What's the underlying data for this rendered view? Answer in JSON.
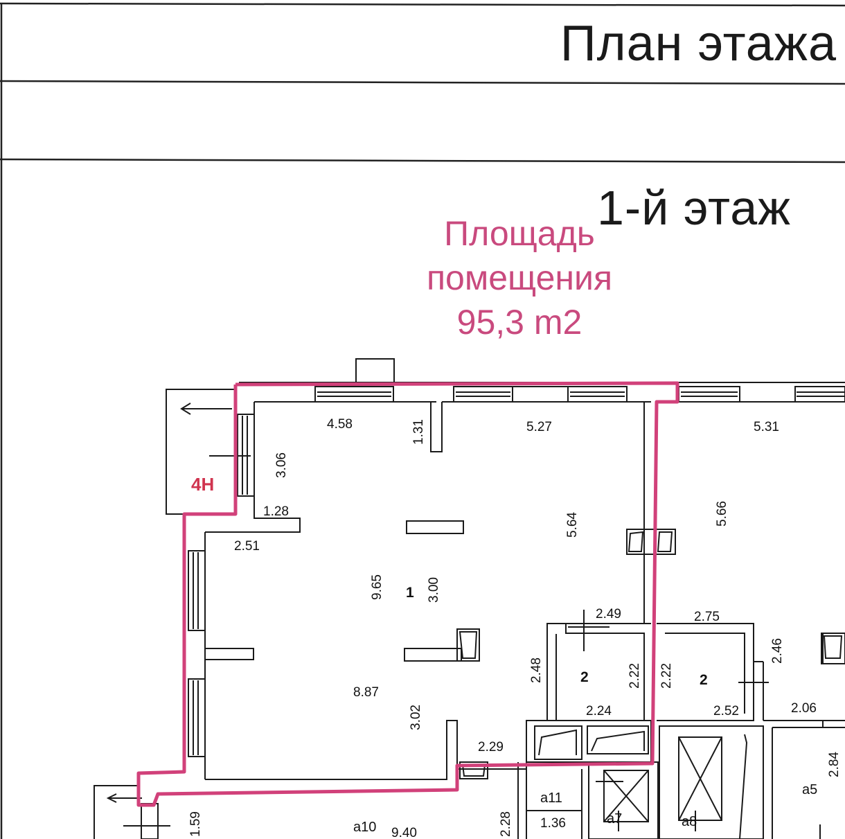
{
  "header": {
    "title": "План этажа",
    "floor": "1-й этаж"
  },
  "area_note": {
    "line1": "Площадь",
    "line2": "помещения",
    "line3": "95,3 m2"
  },
  "colors": {
    "highlight": "#d1417a",
    "area_text": "#c94a7e",
    "unit_label": "#d0344f",
    "wall": "#1a1a1a"
  },
  "plan": {
    "unit_label": "4Н",
    "room_numbers": {
      "r1": "1",
      "r2a": "2",
      "r2b": "2"
    },
    "aux_rooms": {
      "a5": "а5",
      "a7": "а7",
      "a8": "а8",
      "a10": "а10",
      "a11": "а11"
    },
    "dimensions": {
      "d458": "4.58",
      "d131": "1.31",
      "d527": "5.27",
      "d531": "5.31",
      "d306": "3.06",
      "d128": "1.28",
      "d251": "2.51",
      "d564": "5.64",
      "d566": "5.66",
      "d965": "9.65",
      "d300": "3.00",
      "d249": "2.49",
      "d275": "2.75",
      "d246": "2.46",
      "d248": "2.48",
      "d222a": "2.22",
      "d222b": "2.22",
      "d887": "8.87",
      "d302": "3.02",
      "d224": "2.24",
      "d252": "2.52",
      "d206": "2.06",
      "d229": "2.29",
      "d284": "2.84",
      "d136": "1.36",
      "d228": "2.28",
      "d159": "1.59",
      "d940": "9.40"
    }
  }
}
